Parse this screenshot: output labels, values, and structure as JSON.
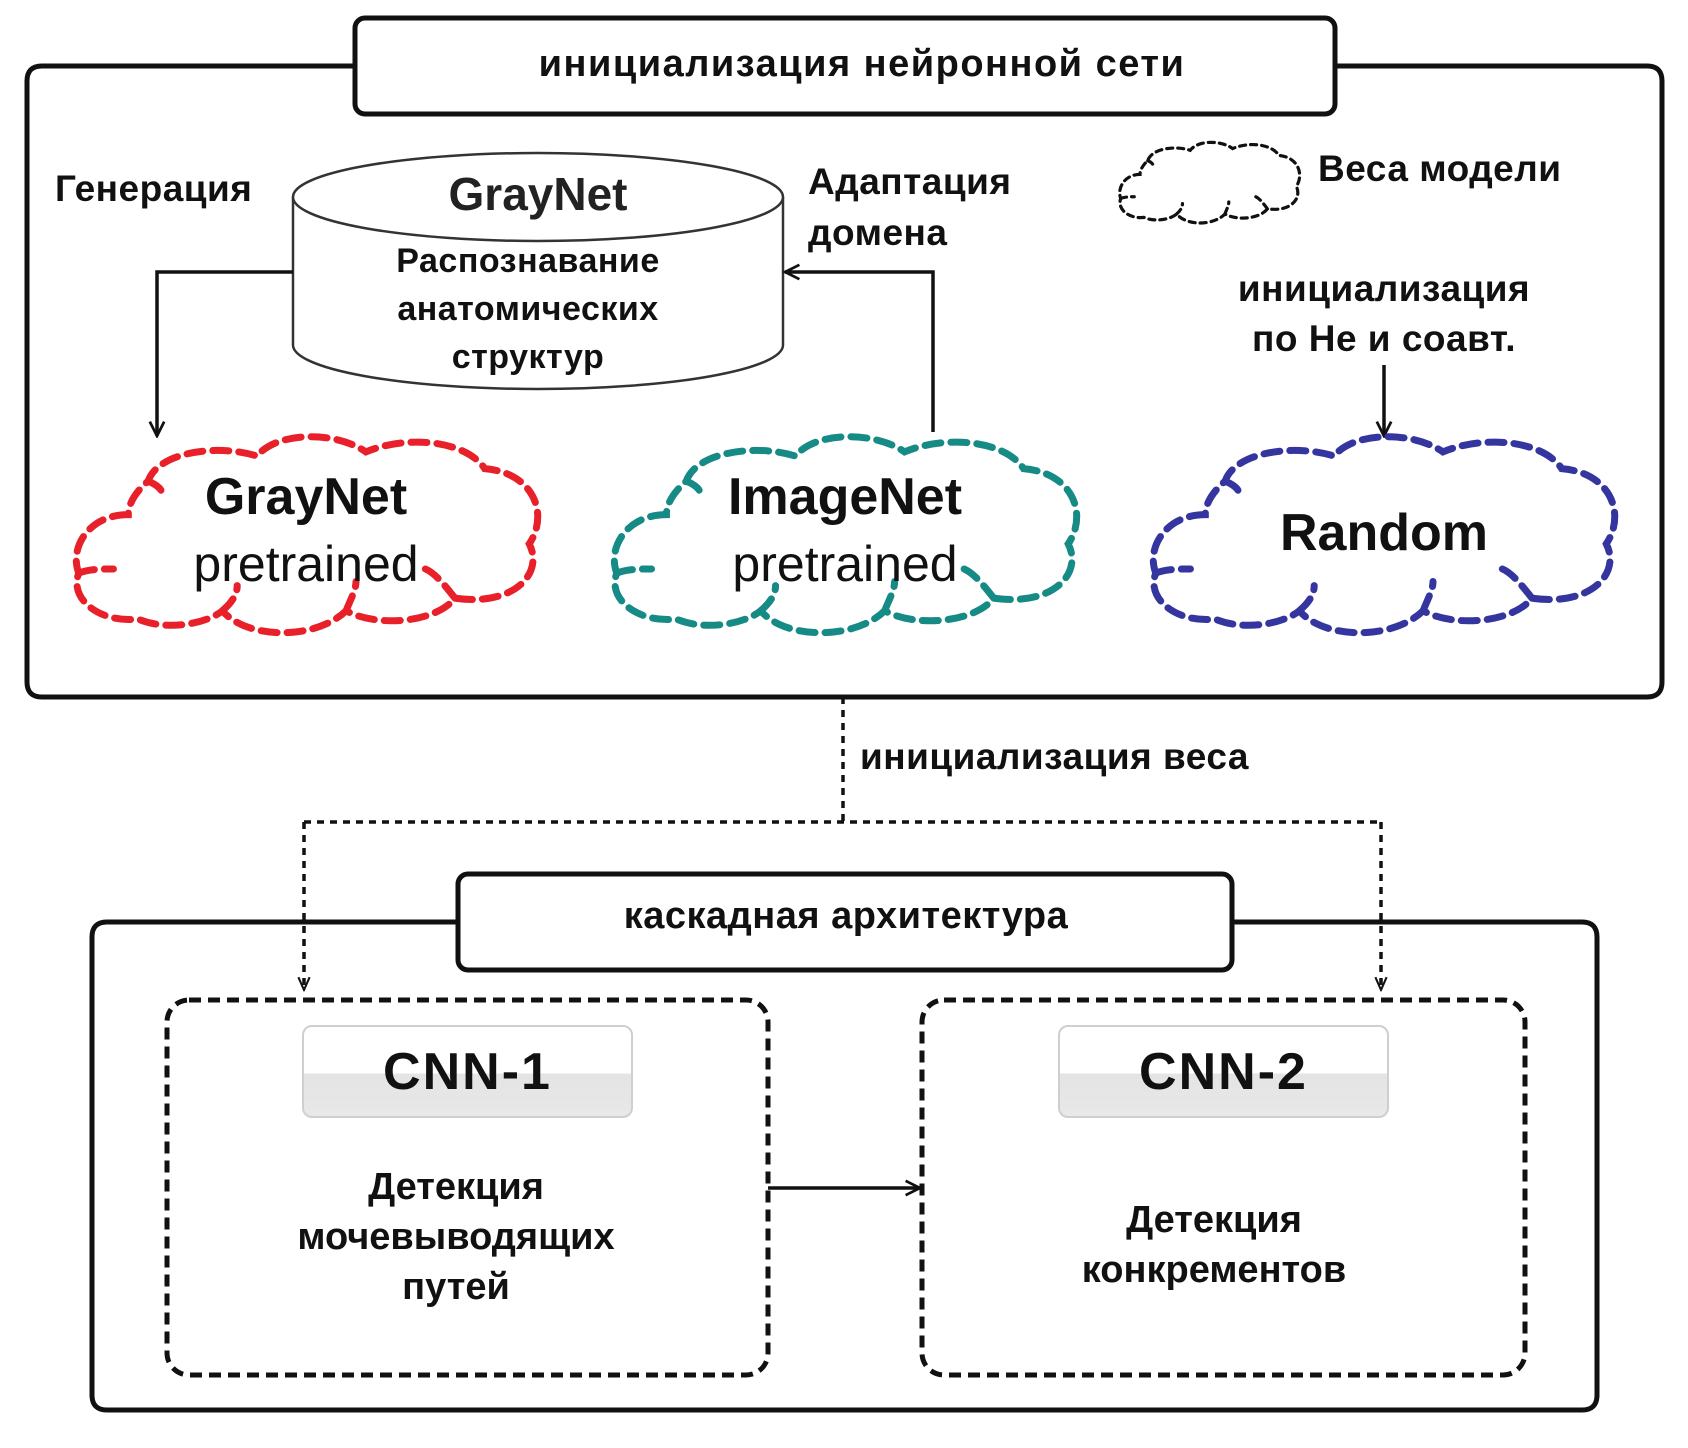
{
  "top_section": {
    "title": "инициализация нейронной сети",
    "generation_label": "Генерация",
    "domain_adaptation_label": [
      "Адаптация",
      "домена"
    ],
    "database": {
      "name": "GrayNet",
      "description": [
        "Распознавание",
        "анатомических",
        "структур"
      ]
    },
    "legend": {
      "icon": "dashed-cloud-icon",
      "label": "Веса модели"
    },
    "he_init_label": [
      "инициализация",
      "по He и соавт."
    ],
    "clouds": [
      {
        "title": "GrayNet",
        "subtitle": "pretrained",
        "color": "#e8202a"
      },
      {
        "title": "ImageNet",
        "subtitle": "pretrained",
        "color": "#168a85"
      },
      {
        "title": "Random",
        "subtitle": "",
        "color": "#3535a0"
      }
    ]
  },
  "connector": {
    "label": "инициализация веса"
  },
  "bottom_section": {
    "title": "каскадная архитектура",
    "modules": [
      {
        "badge": "CNN-1",
        "description": [
          "Детекция",
          "мочевыводящих",
          "путей"
        ]
      },
      {
        "badge": "CNN-2",
        "description": [
          "Детекция",
          "конкрементов"
        ]
      }
    ]
  },
  "colors": {
    "line": "#111111",
    "graynet_cloud": "#e8202a",
    "imagenet_cloud": "#168a85",
    "random_cloud": "#3535a0"
  }
}
